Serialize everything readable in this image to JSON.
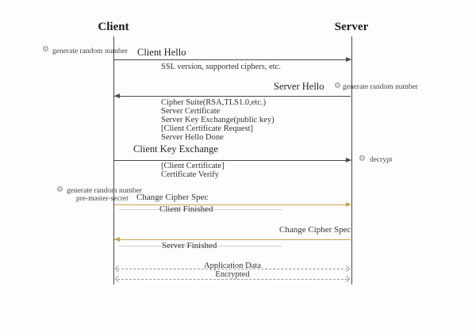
{
  "diagram": {
    "participants": {
      "left": "Client",
      "right": "Server"
    },
    "icons": {
      "gear": "⚙"
    },
    "colors": {
      "line": "#4a4a4a",
      "gold_arrow": "#c9a551",
      "strike_line": "#cfcfcf"
    },
    "messages": {
      "client_hello": {
        "label": "Client Hello",
        "sublabel": "SSL version, supported ciphers, etc."
      },
      "server_hello": {
        "label": "Server Hello",
        "lines": [
          "Cipher Suite(RSA,TLS1.0,etc.)",
          "Server Certificate",
          "Server Key Exchange(public key)",
          "[Client Certificate Request]",
          "Server Hello Done"
        ]
      },
      "client_key_exchange": {
        "label": "Client Key Exchange",
        "lines": [
          "[Client Certificate]",
          "Certificate Verify"
        ]
      },
      "change_cipher_spec_client": {
        "label": "Change Cipher Spec",
        "finished": "Client Finished"
      },
      "change_cipher_spec_server": {
        "label": "Change Cipher Spec",
        "finished": "Server Finished"
      },
      "application_data": {
        "label": "Application Data",
        "sublabel": "Encrypted"
      }
    },
    "annotations": {
      "client_random": "generate random number",
      "server_random": "generate random number",
      "pre_master_secret": "pre-master-secret",
      "decrypt": "decrypt"
    }
  }
}
